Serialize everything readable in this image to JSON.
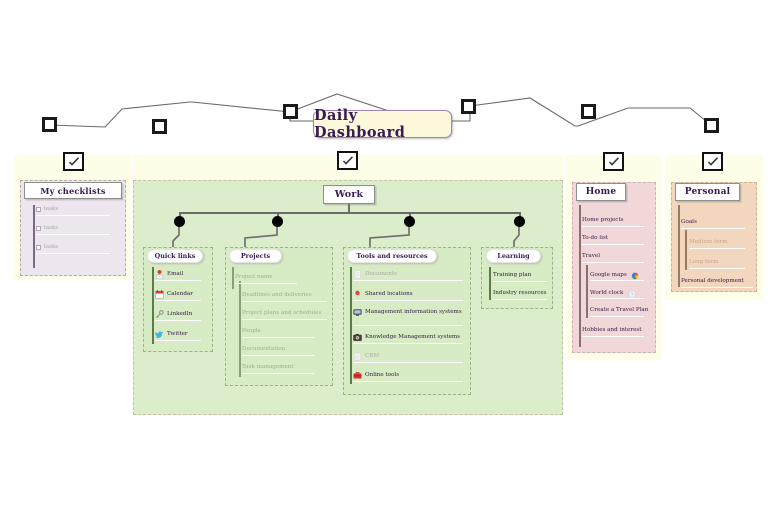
{
  "header": {
    "title": "Daily Dashboard",
    "node_count": 6,
    "accent_color": "#3a1a52",
    "title_bg": "#fbf8dc",
    "title_border": "#9a86b8"
  },
  "checkbox_icon": "check-icon",
  "panels": {
    "checklists": {
      "title": "My checklists",
      "bg": "#f0e9f0",
      "outer_bg": "#fdfde8",
      "items": [
        {
          "label": "tasks"
        },
        {
          "label": "tasks"
        },
        {
          "label": "tasks"
        }
      ]
    },
    "work": {
      "title": "Work",
      "bg": "#dcedcb",
      "outer_bg": "#fdfde8",
      "sections": [
        {
          "title": "Quick links",
          "items": [
            {
              "label": "Email",
              "icon": "email-pin-icon",
              "muted": false
            },
            {
              "label": "Calendar",
              "icon": "calendar-icon",
              "muted": false
            },
            {
              "label": "LinkedIn",
              "icon": "linkedin-key-icon",
              "muted": false
            },
            {
              "label": "Twitter",
              "icon": "twitter-bird-icon",
              "muted": false
            }
          ]
        },
        {
          "title": "Projects",
          "items": [
            {
              "label": "Project name",
              "icon": "",
              "muted": true
            },
            {
              "label": "Deadlines and deliveries",
              "icon": "",
              "muted": true
            },
            {
              "label": "Project plans and schedules",
              "icon": "",
              "muted": true
            },
            {
              "label": "People",
              "icon": "",
              "muted": true
            },
            {
              "label": "Documentation",
              "icon": "",
              "muted": true
            },
            {
              "label": "Task management",
              "icon": "",
              "muted": true
            }
          ]
        },
        {
          "title": "Tools and resources",
          "items": [
            {
              "label": "Documents",
              "icon": "documents-icon",
              "muted": true
            },
            {
              "label": "Shared locations",
              "icon": "pin-icon",
              "muted": false
            },
            {
              "label": "Management information systems",
              "icon": "monitor-icon",
              "muted": false
            },
            {
              "label": "Knowledge Management systems",
              "icon": "camera-icon",
              "muted": false
            },
            {
              "label": "CRM",
              "icon": "crm-icon",
              "muted": true
            },
            {
              "label": "Online tools",
              "icon": "briefcase-icon",
              "muted": false
            }
          ]
        },
        {
          "title": "Learning",
          "items": [
            {
              "label": "Training plan",
              "icon": "",
              "muted": false
            },
            {
              "label": "Industry resources",
              "icon": "",
              "muted": false
            }
          ]
        }
      ]
    },
    "home": {
      "title": "Home",
      "bg": "#f2d7d9",
      "outer_bg": "#fdfde8",
      "items": [
        {
          "label": "Home projects",
          "muted": false,
          "sub": false,
          "icon": ""
        },
        {
          "label": "To-do list",
          "muted": false,
          "sub": false,
          "icon": ""
        },
        {
          "label": "Travel",
          "muted": false,
          "sub": false,
          "icon": ""
        },
        {
          "label": "Google maps",
          "muted": false,
          "sub": true,
          "icon": "google-maps-icon"
        },
        {
          "label": "World clock",
          "muted": false,
          "sub": true,
          "icon": "world-clock-icon"
        },
        {
          "label": "Create a Travel Plan",
          "muted": false,
          "sub": true,
          "icon": ""
        },
        {
          "label": "Hobbies and interest",
          "muted": false,
          "sub": false,
          "icon": ""
        }
      ]
    },
    "personal": {
      "title": "Personal",
      "bg": "#f2d6be",
      "outer_bg": "#fdfde8",
      "items": [
        {
          "label": "Goals",
          "muted": false,
          "sub": false
        },
        {
          "label": "Medium term",
          "muted": true,
          "sub": true
        },
        {
          "label": "Long term",
          "muted": true,
          "sub": true
        },
        {
          "label": "Personal development",
          "muted": false,
          "sub": false
        }
      ]
    }
  }
}
